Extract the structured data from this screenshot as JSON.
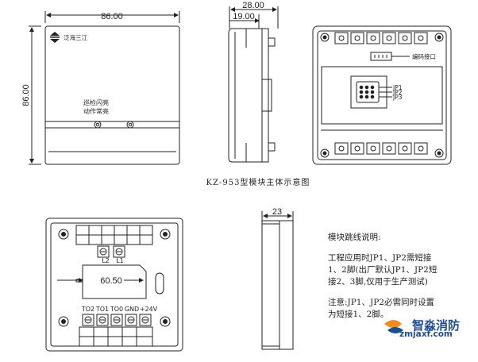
{
  "front_view": {
    "width_dim": "86.00",
    "height_dim": "86.00",
    "brand": "泛海三江",
    "indicator_text_1": "巡检闪亮",
    "indicator_text_2": "动作常亮"
  },
  "side_view": {
    "depth_dim": "28.00",
    "inner_dim": "19.00"
  },
  "back_view": {
    "port_label": "编码接口",
    "jumpers": [
      "JP1",
      "JP2",
      "JP3"
    ]
  },
  "caption": "KZ-953型模块主体示意图",
  "base_view": {
    "hole_dim": "60.50",
    "top_terminals": [
      "L2",
      "L1"
    ],
    "bottom_terminals": [
      "TO2",
      "TO1",
      "TO0",
      "GND",
      "+24V"
    ]
  },
  "base_side_view": {
    "depth_dim": "23"
  },
  "notes": {
    "title": "模块跳线说明:",
    "para1_line1": "工程应用时JP1、JP2需短接",
    "para1_line2": "1、2脚(出厂默认JP1、JP2短",
    "para1_line3": "接2、3脚,仅用于生产测试)",
    "para2_line1": "注意:JP1、JP2必需同时设置",
    "para2_line2": "为短接1、2脚。"
  },
  "watermark": {
    "name": "智淼消防",
    "url": "zmjaxf.com"
  }
}
